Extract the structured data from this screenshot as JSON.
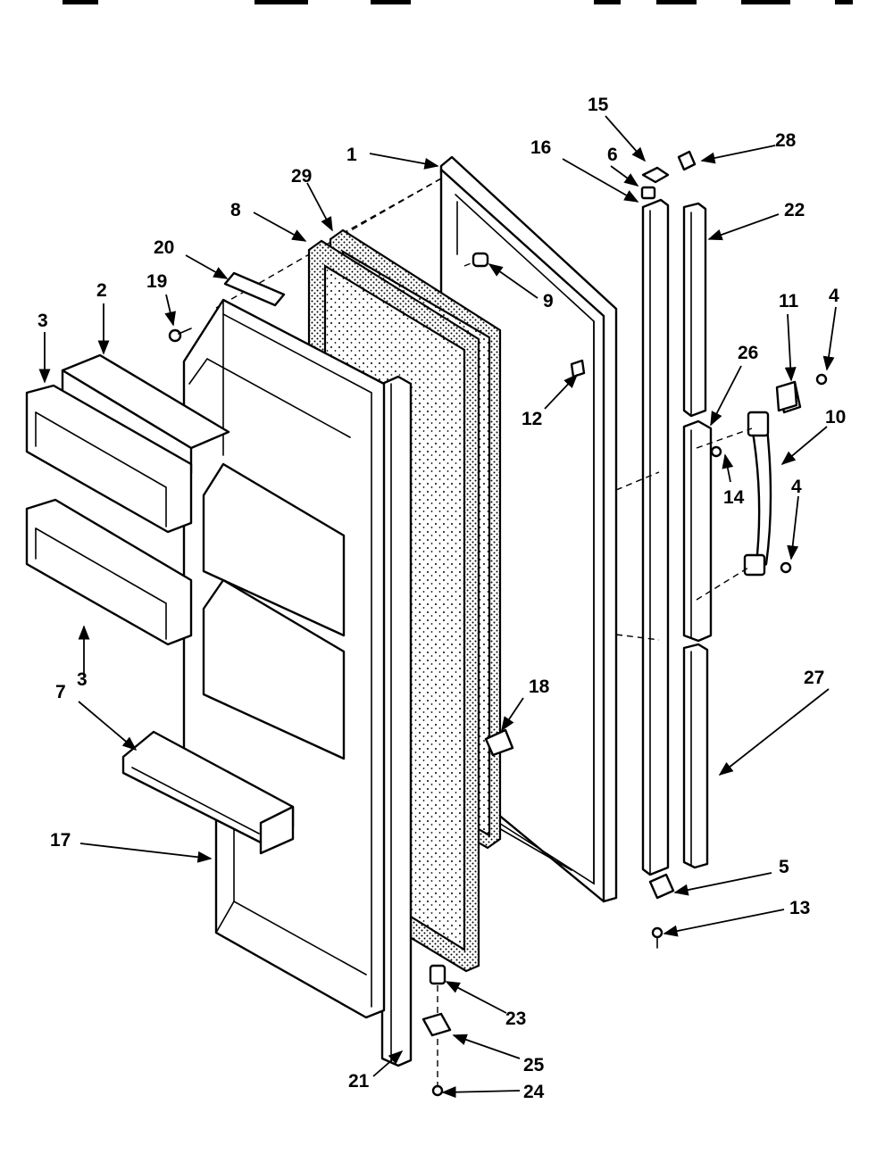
{
  "callouts": [
    {
      "id": "c-1",
      "text": "1"
    },
    {
      "id": "c-2",
      "text": "2"
    },
    {
      "id": "c-3a",
      "text": "3"
    },
    {
      "id": "c-3b",
      "text": "3"
    },
    {
      "id": "c-4a",
      "text": "4"
    },
    {
      "id": "c-4b",
      "text": "4"
    },
    {
      "id": "c-5",
      "text": "5"
    },
    {
      "id": "c-6",
      "text": "6"
    },
    {
      "id": "c-7",
      "text": "7"
    },
    {
      "id": "c-8",
      "text": "8"
    },
    {
      "id": "c-9",
      "text": "9"
    },
    {
      "id": "c-10",
      "text": "10"
    },
    {
      "id": "c-11",
      "text": "11"
    },
    {
      "id": "c-12",
      "text": "12"
    },
    {
      "id": "c-13",
      "text": "13"
    },
    {
      "id": "c-14",
      "text": "14"
    },
    {
      "id": "c-15",
      "text": "15"
    },
    {
      "id": "c-16",
      "text": "16"
    },
    {
      "id": "c-17",
      "text": "17"
    },
    {
      "id": "c-18",
      "text": "18"
    },
    {
      "id": "c-19",
      "text": "19"
    },
    {
      "id": "c-20",
      "text": "20"
    },
    {
      "id": "c-21",
      "text": "21"
    },
    {
      "id": "c-22",
      "text": "22"
    },
    {
      "id": "c-23",
      "text": "23"
    },
    {
      "id": "c-24",
      "text": "24"
    },
    {
      "id": "c-25",
      "text": "25"
    },
    {
      "id": "c-26",
      "text": "26"
    },
    {
      "id": "c-27",
      "text": "27"
    },
    {
      "id": "c-28",
      "text": "28"
    },
    {
      "id": "c-29",
      "text": "29"
    }
  ],
  "colors": {
    "ink": "#000000",
    "paper": "#ffffff"
  }
}
